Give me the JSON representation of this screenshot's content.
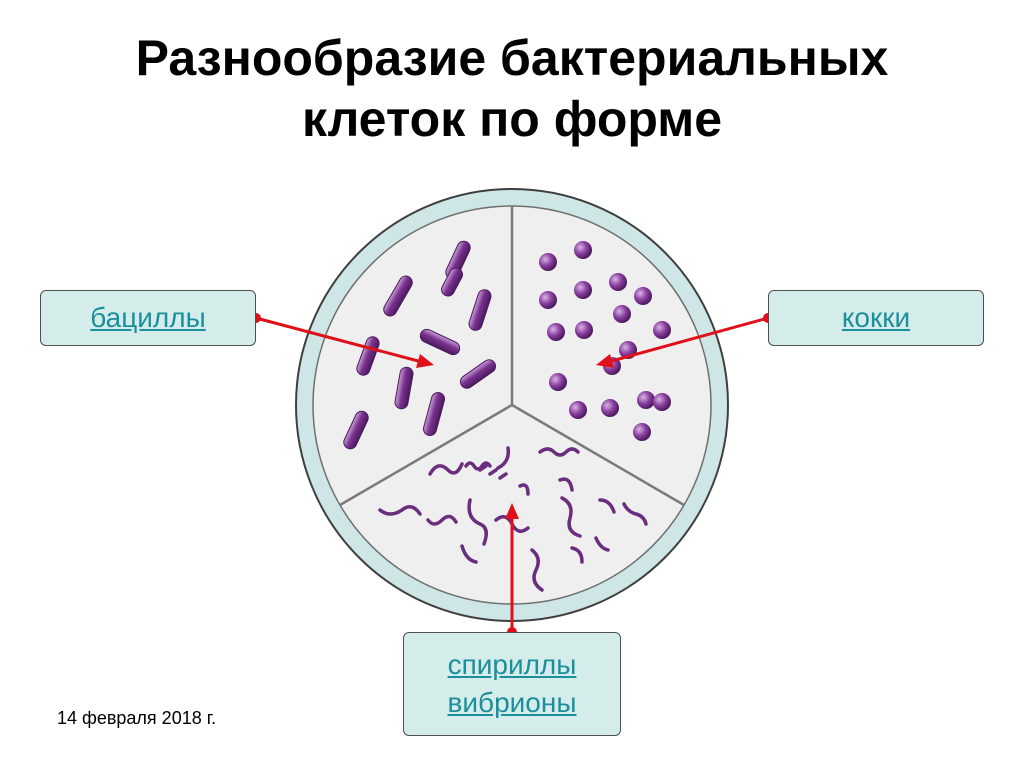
{
  "title": {
    "line1": "Разнообразие бактериальных",
    "line2": "клеток по форме"
  },
  "labels": {
    "bacilli": "бациллы",
    "cocci": "кокки",
    "spirilla": "спириллы",
    "vibrio": "вибрионы"
  },
  "footer": {
    "date": "14 февраля 2018 г."
  },
  "colors": {
    "dish_rim": "#cfe6e6",
    "dish_border": "#3f3f3f",
    "dish_inner": "#efefef",
    "bacteria": "#6b2d7e",
    "arrow": "#e0101a",
    "label_bg": "#d4ecea",
    "link_text": "#1c8f9c"
  }
}
